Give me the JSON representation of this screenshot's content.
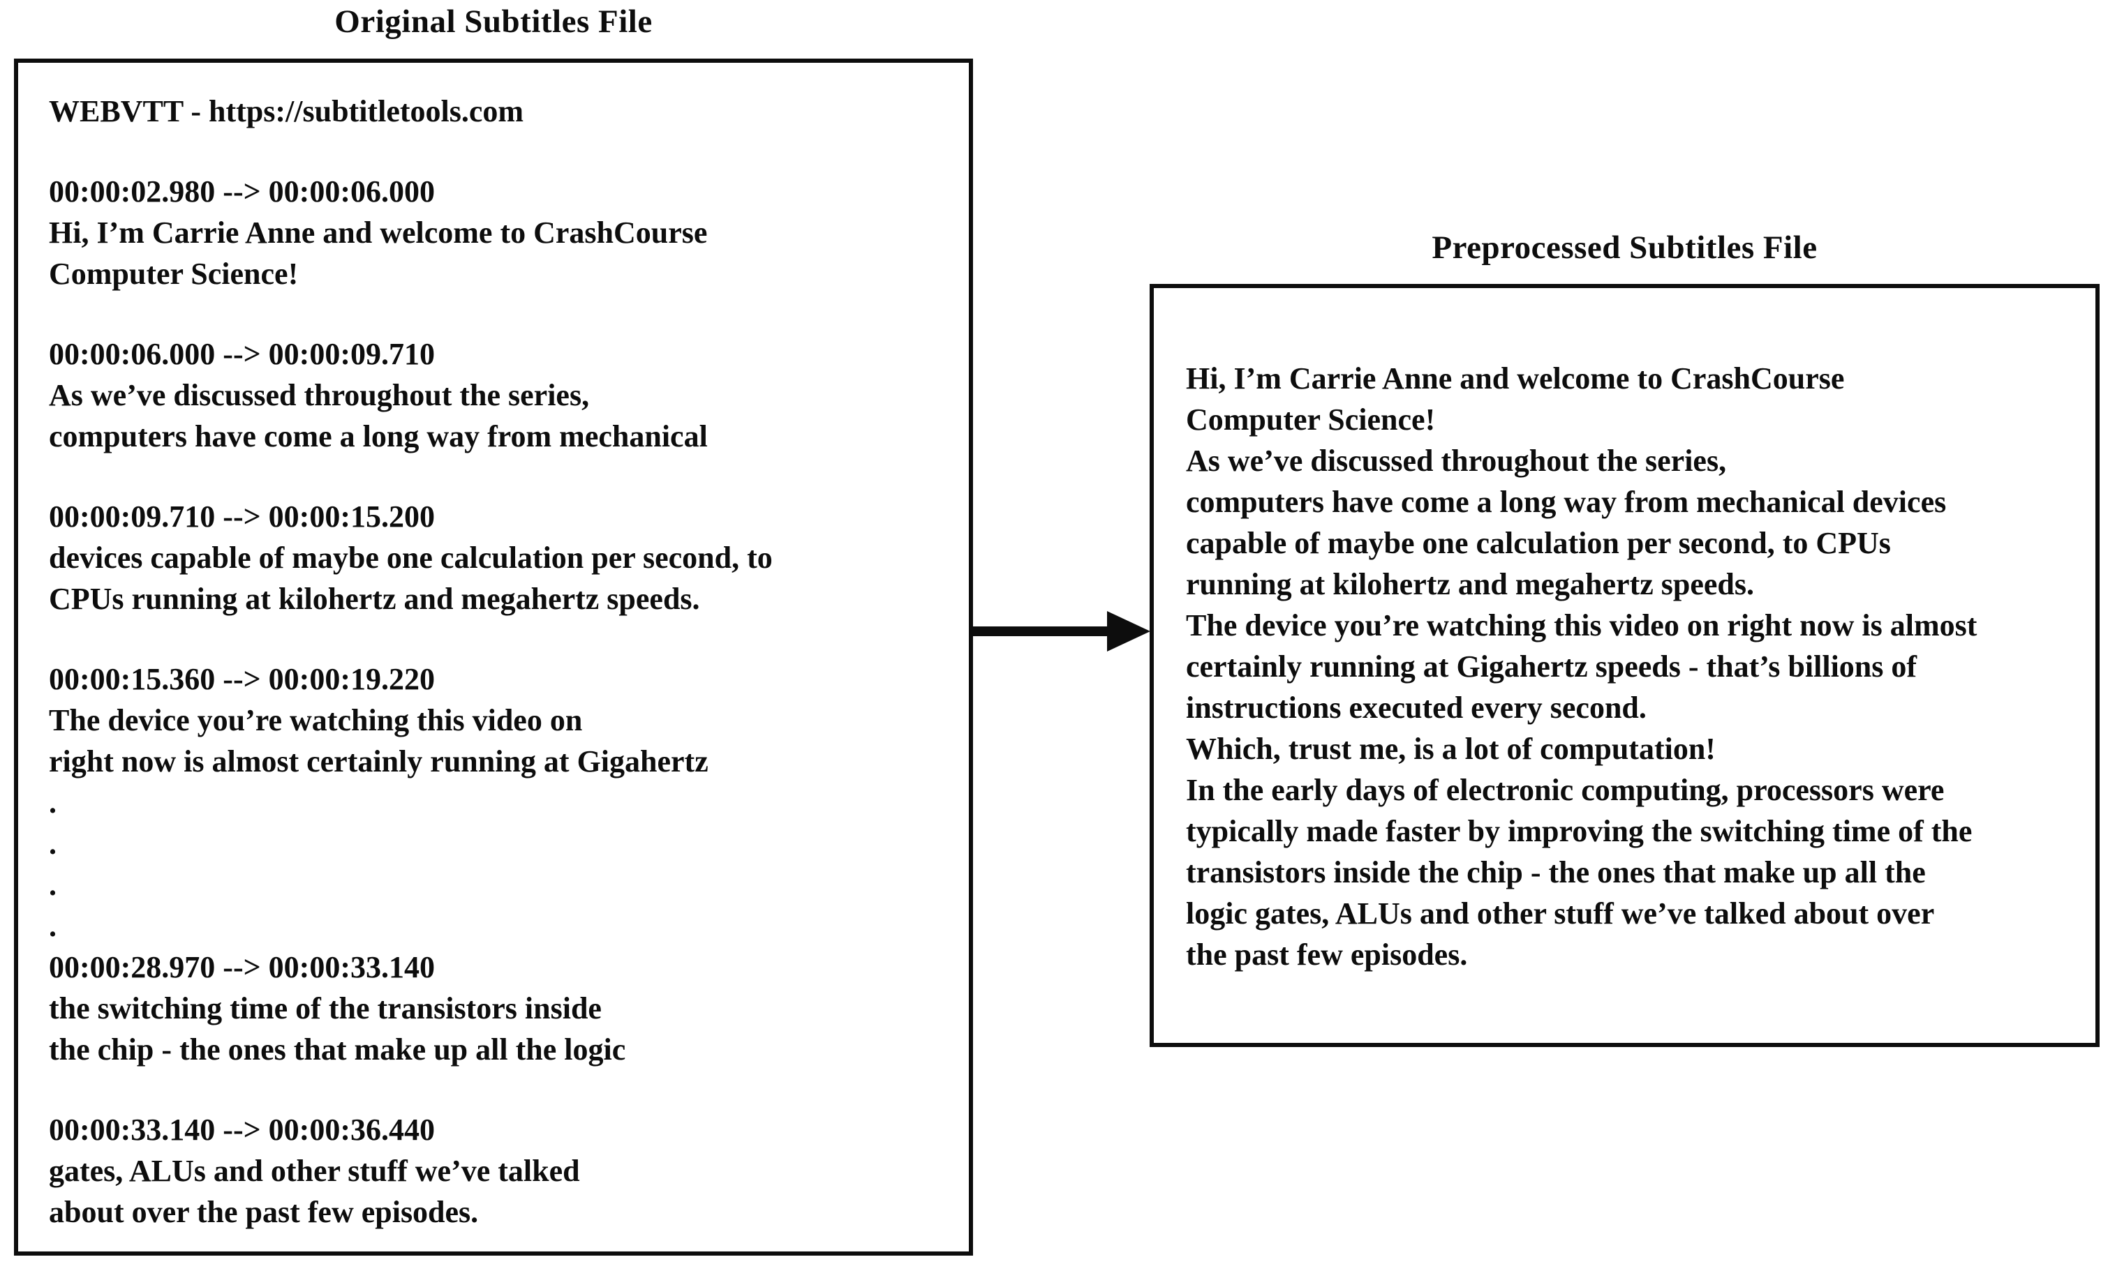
{
  "left_panel": {
    "title": "Original Subtitles File",
    "header": "WEBVTT - https://subtitletools.com",
    "cues": [
      {
        "time": "00:00:02.980 --> 00:00:06.000",
        "lines": [
          "Hi, I’m Carrie Anne and welcome to CrashCourse",
          "Computer Science!"
        ]
      },
      {
        "time": "00:00:06.000 --> 00:00:09.710",
        "lines": [
          "As we’ve discussed throughout the series,",
          "computers have come a long way from mechanical"
        ]
      },
      {
        "time": "00:00:09.710 --> 00:00:15.200",
        "lines": [
          "devices capable of maybe one calculation per second, to",
          "CPUs running at kilohertz and megahertz speeds."
        ]
      },
      {
        "time": "00:00:15.360 --> 00:00:19.220",
        "lines": [
          "The device you’re watching this video on",
          "right now is almost certainly running at Gigahertz"
        ]
      },
      {
        "time": "00:00:28.970 --> 00:00:33.140",
        "lines": [
          "the switching time of the transistors inside",
          "the chip - the ones that make up all the logic"
        ]
      },
      {
        "time": "00:00:33.140 --> 00:00:36.440",
        "lines": [
          "gates, ALUs and other stuff we’ve talked",
          "about over the past few episodes."
        ]
      }
    ],
    "ellipsis": [
      ".",
      ".",
      ".",
      "."
    ]
  },
  "right_panel": {
    "title": "Preprocessed Subtitles File",
    "lines": [
      "Hi, I’m Carrie Anne and welcome to CrashCourse",
      "Computer Science!",
      "As we’ve discussed throughout the series,",
      "computers have come a long way from mechanical devices",
      "capable of maybe one calculation per second, to CPUs",
      "running at kilohertz and megahertz speeds.",
      "The device you’re watching this video on right now is almost",
      "certainly running at Gigahertz speeds - that’s billions of",
      "instructions executed every second.",
      "Which, trust me, is a lot of computation!",
      "In the early days of electronic computing, processors were",
      "typically made faster by improving the switching time of the",
      "transistors inside the chip - the ones that make up all the",
      "logic gates, ALUs and other stuff we’ve talked about over",
      "the past few episodes."
    ]
  },
  "colors": {
    "ink": "#0d0d0d",
    "paper": "#ffffff"
  }
}
